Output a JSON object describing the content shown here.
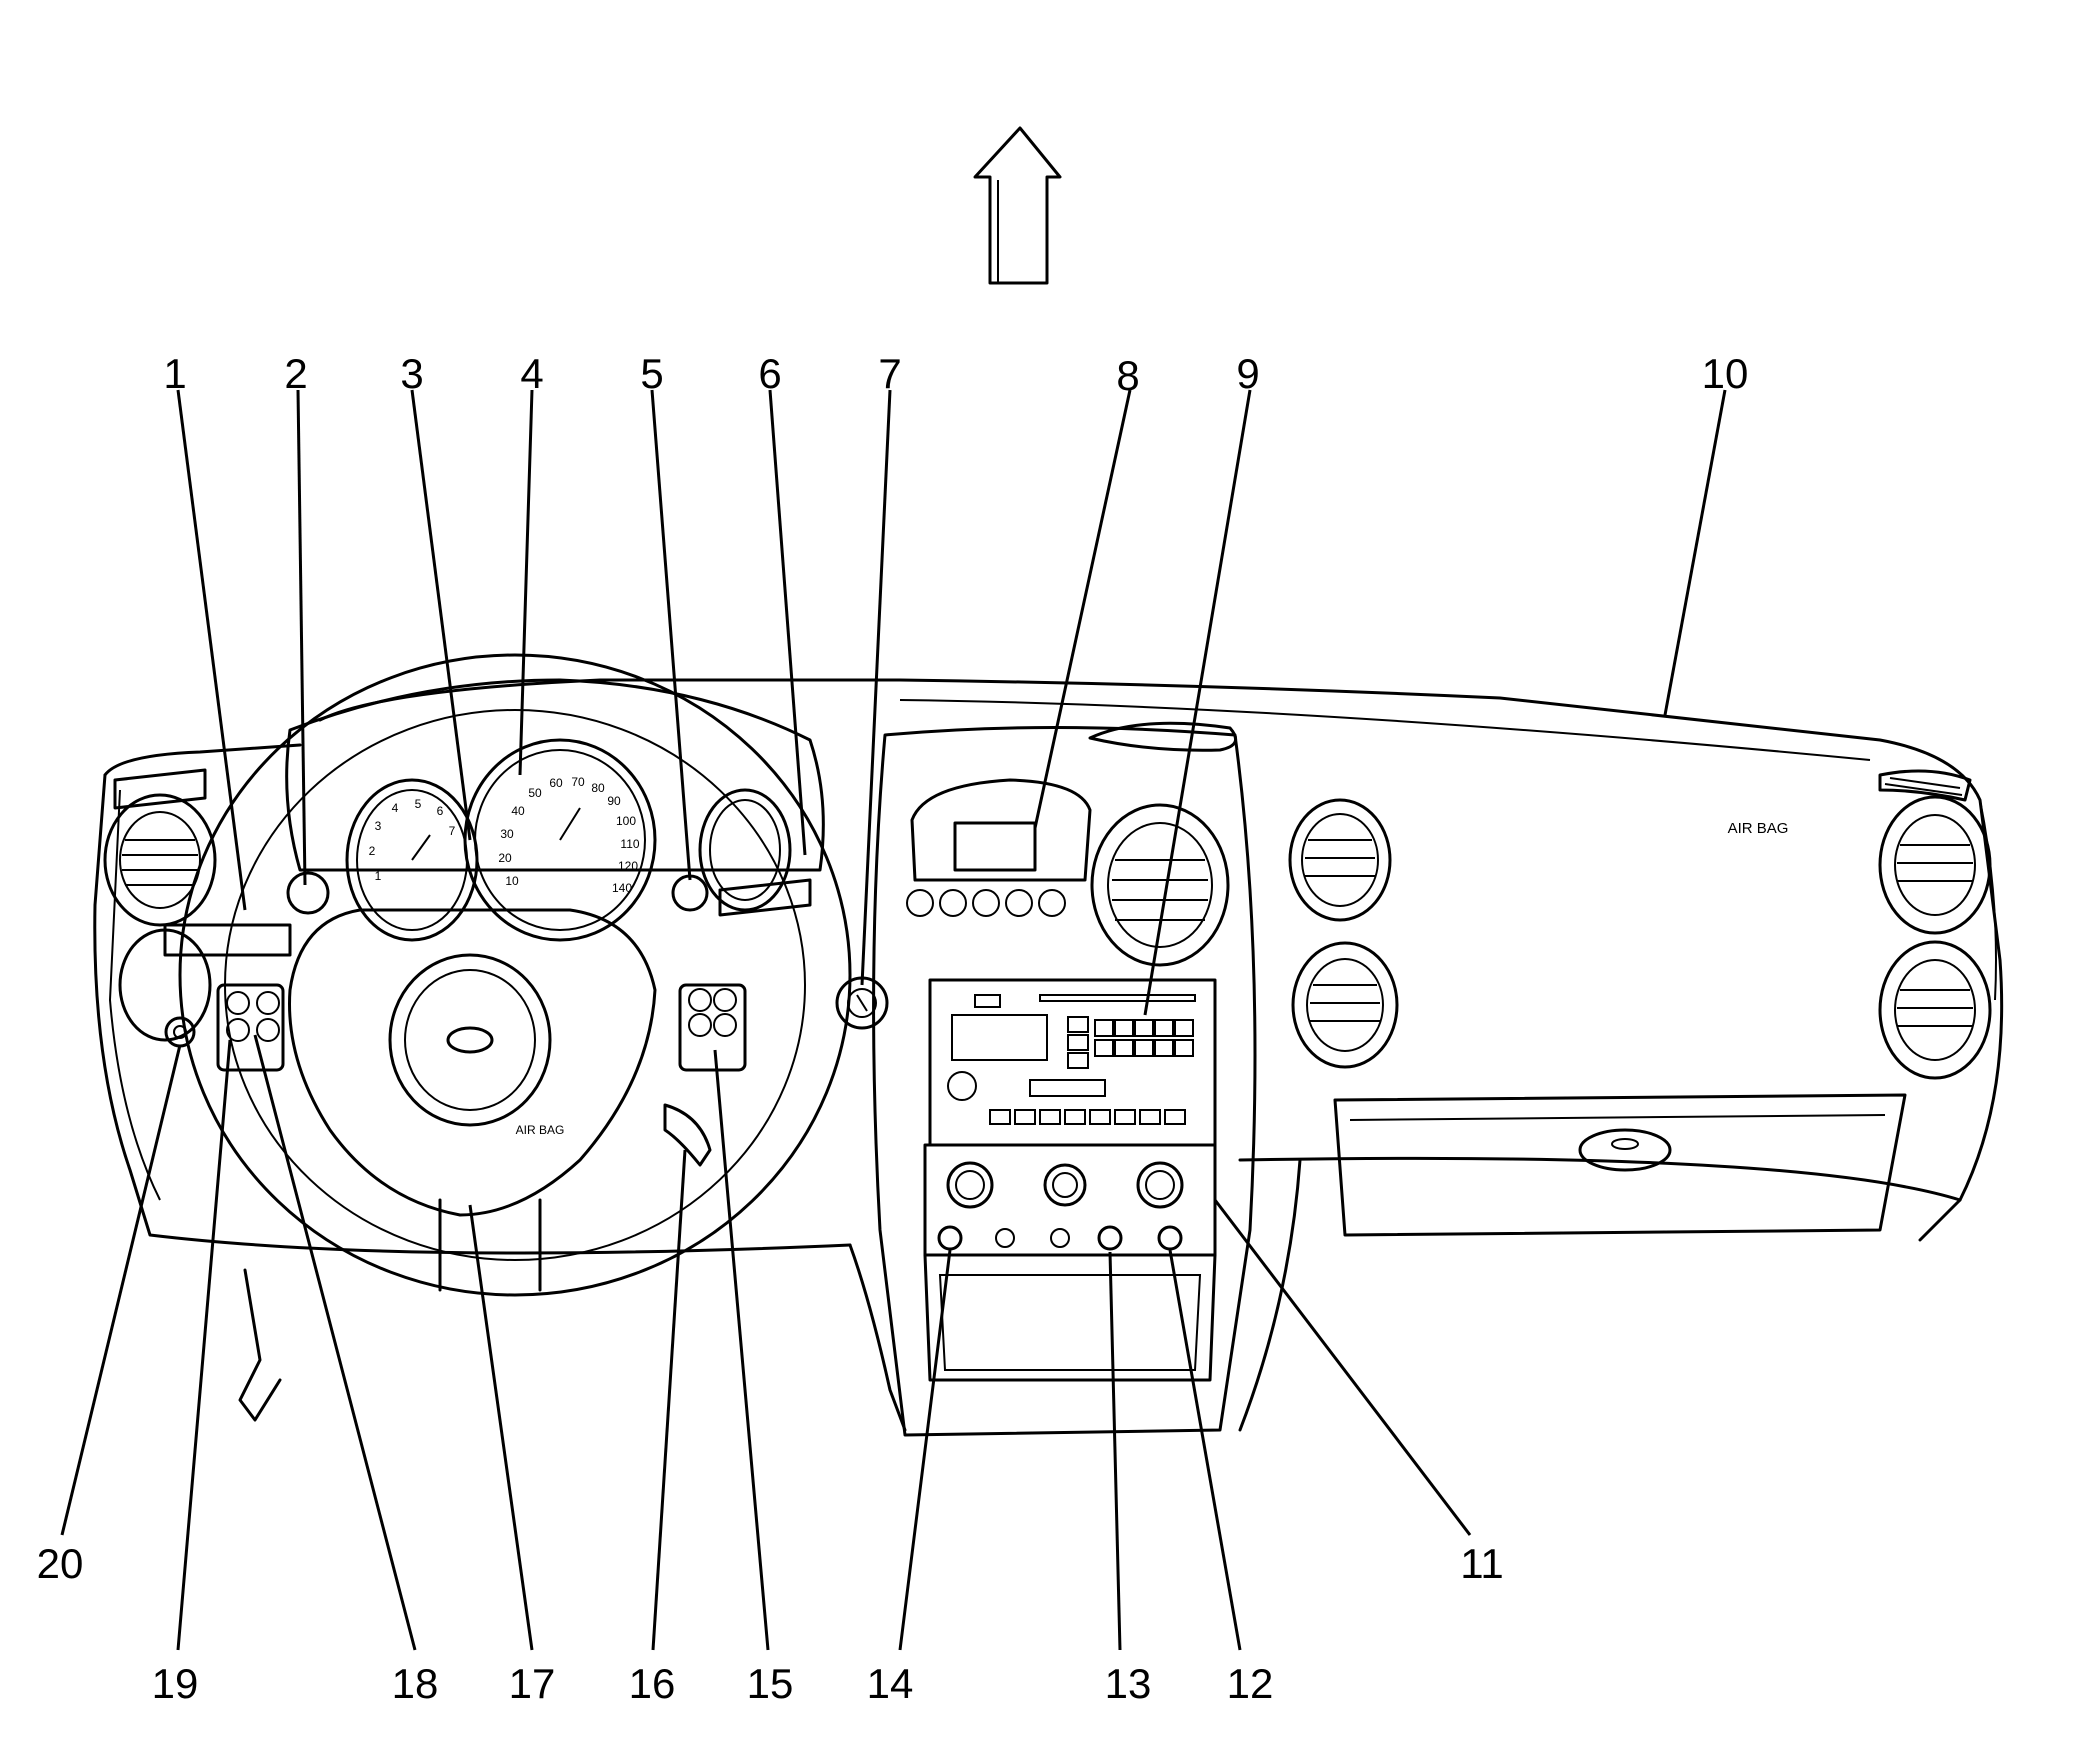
{
  "callouts": [
    "1",
    "2",
    "3",
    "4",
    "5",
    "6",
    "7",
    "8",
    "9",
    "10",
    "11",
    "12",
    "13",
    "14",
    "15",
    "16",
    "17",
    "18",
    "19",
    "20"
  ],
  "panel_labels": {
    "wheel_airbag": "AIR BAG",
    "passenger_airbag": "AIR BAG"
  },
  "speedometer_numbers": [
    "10",
    "20",
    "30",
    "40",
    "50",
    "60",
    "70",
    "80",
    "90",
    "100",
    "110",
    "120",
    "140"
  ],
  "tachometer_numbers": [
    "1",
    "2",
    "3",
    "4",
    "5",
    "6",
    "7"
  ]
}
